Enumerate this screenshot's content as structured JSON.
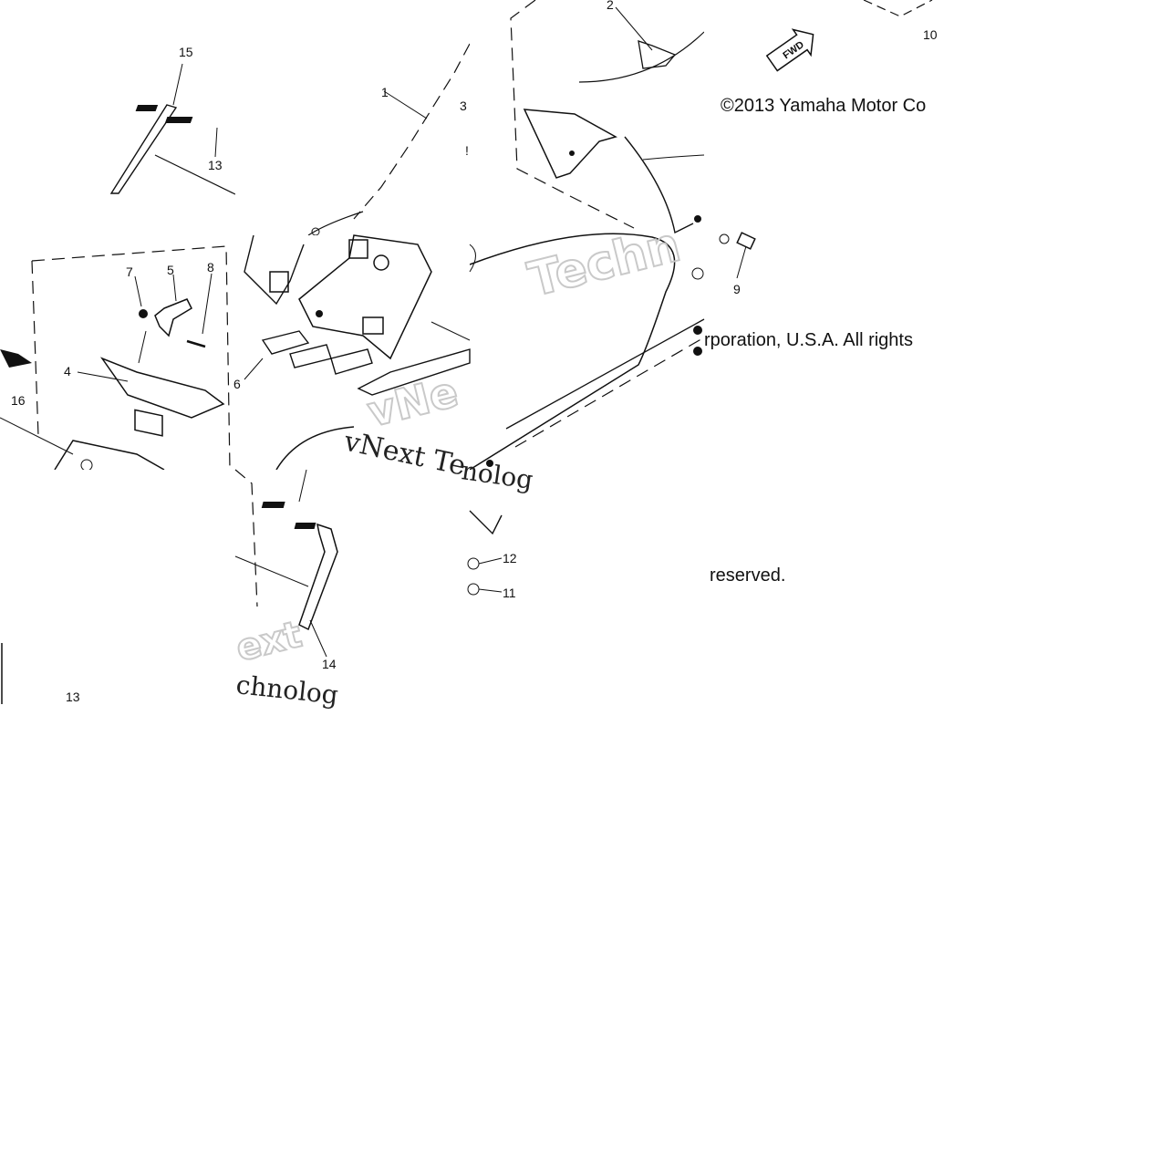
{
  "diagram": {
    "callouts": {
      "c1": "1",
      "c2": "2",
      "c3": "3",
      "c4": "4",
      "c5": "5",
      "c6": "6",
      "c7": "7",
      "c8": "8",
      "c9": "9",
      "c10": "10",
      "c11": "11",
      "c12": "12",
      "c13a": "13",
      "c13b": "13",
      "c14": "14",
      "c15": "15",
      "c16": "16"
    },
    "fwd_badge": "FWD",
    "copyright_lines": {
      "line1": "©2013 Yamaha Motor Co",
      "line2": "rporation, U.S.A. All rights",
      "line3": "reserved."
    },
    "watermark": {
      "outline_text": "Techn",
      "outline_text2": "vNe",
      "outline_text3": "ext",
      "serif_text": "vNext Te",
      "serif_text2": "chnolog",
      "serif_text3": "nolog"
    }
  }
}
